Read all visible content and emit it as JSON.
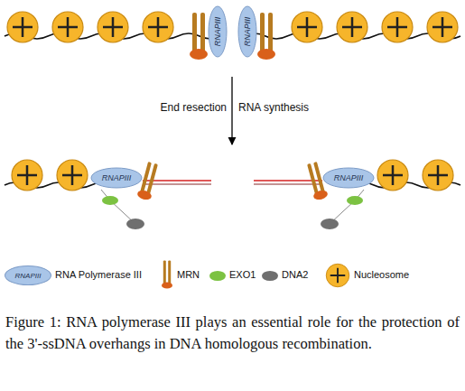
{
  "diagram": {
    "caption": "Figure 1: RNA polymerase III plays an essential role for the protection of the 3'-ssDNA overhangs in DNA homologous recombination.",
    "nodes": [
      {
        "text": [
          "RNAPIII"
        ]
      },
      {
        "text": [
          "RNAPIII"
        ]
      },
      {
        "text": [
          "RNAPIII"
        ]
      },
      {
        "text": [
          "RNAPIII"
        ]
      }
    ],
    "labels": [
      "End resection",
      "RNA synthesis",
      "RNAPIII"
    ],
    "legend": [
      {
        "text": "RNA Polymerase III",
        "color": "#a9c5e8"
      },
      {
        "text": "MRN"
      },
      {
        "text": "EXO1",
        "color": "#7cc242"
      },
      {
        "text": "DNA2",
        "color": "#6f6f6f"
      },
      {
        "text": "Nucleosome"
      }
    ]
  }
}
